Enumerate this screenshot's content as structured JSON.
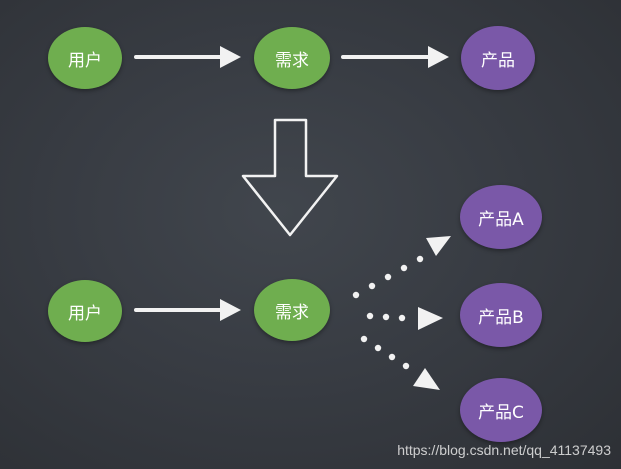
{
  "colors": {
    "green": "#6fae4f",
    "purple": "#7a58a8",
    "chalk": "#f2f2f2"
  },
  "top_row": {
    "user": "用户",
    "demand": "需求",
    "product": "产品"
  },
  "bottom_row": {
    "user": "用户",
    "demand": "需求",
    "product_a": "产品A",
    "product_b": "产品B",
    "product_c": "产品C"
  },
  "watermark": "https://blog.csdn.net/qq_41137493"
}
